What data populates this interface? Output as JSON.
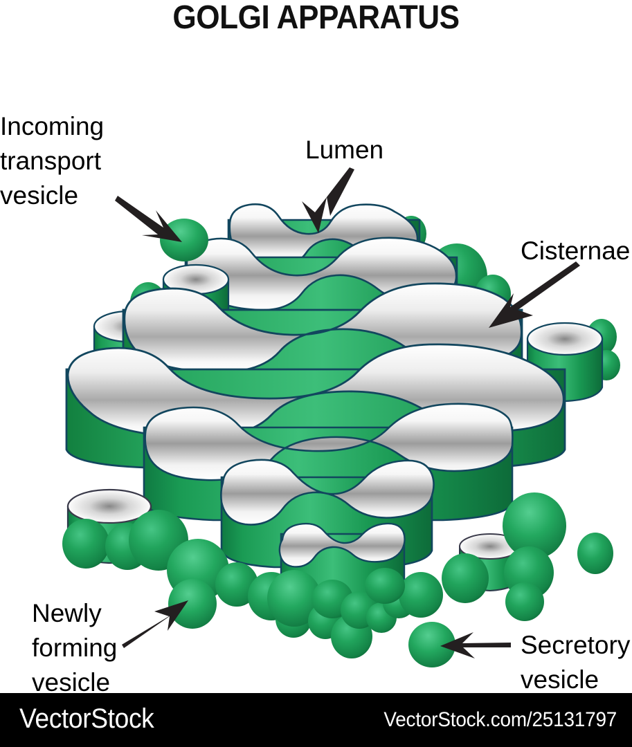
{
  "title": "GOLGI APPARATUS",
  "labels": {
    "incoming": "Incoming\ntransport\nvesicle",
    "lumen": "Lumen",
    "cisternae": "Cisternae",
    "newly_forming": "Newly\nforming\nvesicle",
    "secretory": "Secretory\nvesicle"
  },
  "footer": {
    "brand": "VectorStock",
    "url": "VectorStock.com/25131797"
  },
  "colors": {
    "green_light": "#3FBF7A",
    "green_mid": "#1A9B54",
    "green_dark": "#0E6E3A",
    "outline": "#12465E",
    "lumen_white": "#FFFFFF",
    "lumen_gray": "#8A8A8A",
    "text": "#000000",
    "footer_bg": "#000000",
    "footer_text": "#FFFFFF",
    "page_bg": "#FFFFFF",
    "arrow": "#231F20"
  },
  "diagram": {
    "subject": "golgi-apparatus",
    "cisternae_count": 7,
    "parts": [
      "cisternae-stack",
      "lumen",
      "incoming-transport-vesicle",
      "newly-forming-vesicle-cluster",
      "secretory-vesicle",
      "side-vesicles"
    ]
  }
}
